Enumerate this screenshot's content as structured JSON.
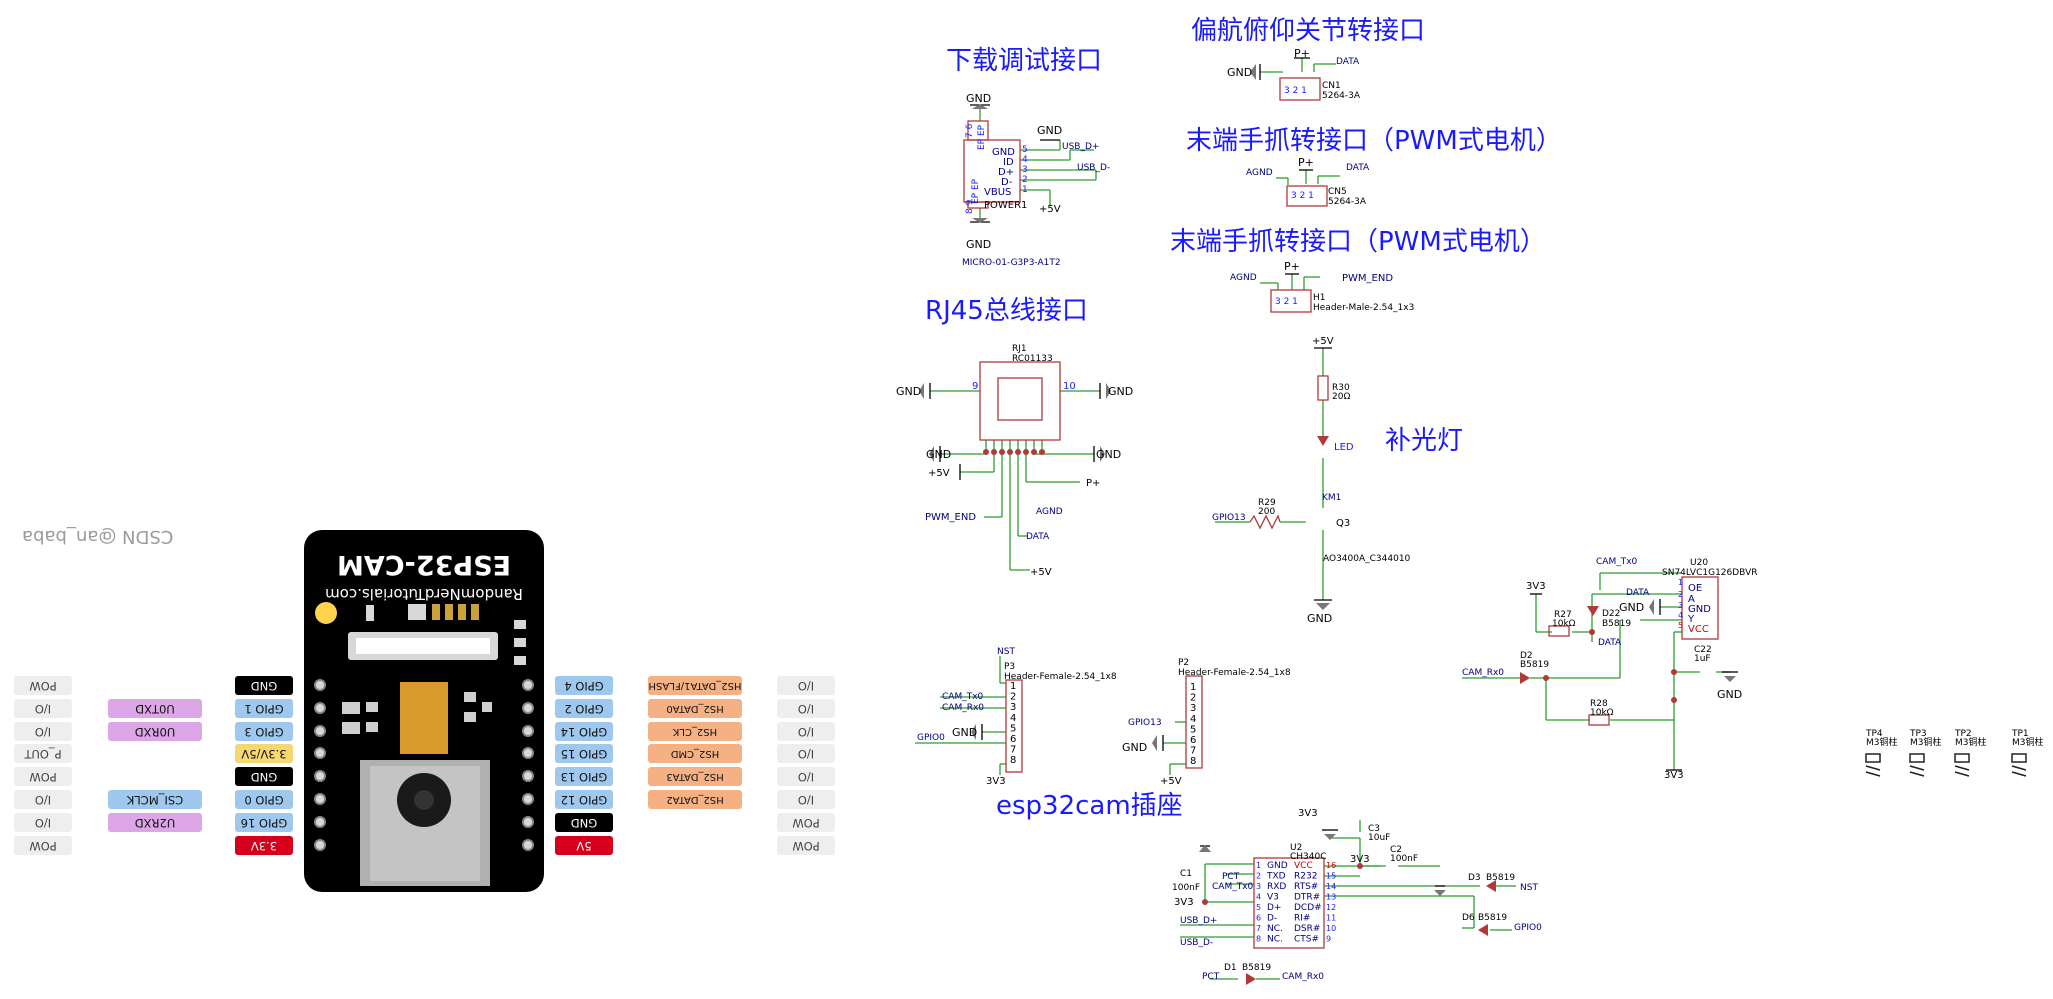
{
  "titles": {
    "download_debug": "下载调试接口",
    "yaw_pitch": "偏航俯仰关节转接口",
    "end_gripper_1": "末端手抓转接口（PWM式电机）",
    "end_gripper_2": "末端手抓转接口（PWM式电机）",
    "rj45": "RJ45总线接口",
    "fill_light": "补光灯",
    "esp32cam_socket": "esp32cam插座"
  },
  "watermark": "CSDN @an_baba",
  "board": {
    "name": "ESP32-CAM",
    "site": "RandomNerdTutorials.com",
    "left_pins": [
      {
        "type": "POW",
        "func": "",
        "gpio": "GND",
        "gpio_color": "black"
      },
      {
        "type": "I/O",
        "func": "U0TXD",
        "gpio": "GPIO 1",
        "gpio_color": "blue"
      },
      {
        "type": "I/O",
        "func": "U0RXD",
        "gpio": "GPIO 3",
        "gpio_color": "blue"
      },
      {
        "type": "P_OUT",
        "func": "",
        "gpio": "3.3V/5V",
        "gpio_color": "yellow"
      },
      {
        "type": "POW",
        "func": "",
        "gpio": "GND",
        "gpio_color": "black"
      },
      {
        "type": "I/O",
        "func": "CSI_MCLK",
        "gpio": "GPIO 0",
        "gpio_color": "blue"
      },
      {
        "type": "I/O",
        "func": "U2RXD",
        "gpio": "GPIO 16",
        "gpio_color": "blue"
      },
      {
        "type": "POW",
        "func": "",
        "gpio": "3.3V",
        "gpio_color": "red"
      }
    ],
    "right_pins": [
      {
        "gpio": "GPIO 4",
        "gpio_color": "blue",
        "func": "HS2_DATA1/FLASH",
        "type": "I/O"
      },
      {
        "gpio": "GPIO 2",
        "gpio_color": "blue",
        "func": "HS2_DATA0",
        "type": "I/O"
      },
      {
        "gpio": "GPIO 14",
        "gpio_color": "blue",
        "func": "HS2_CLK",
        "type": "I/O"
      },
      {
        "gpio": "GPIO 15",
        "gpio_color": "blue",
        "func": "HS2_CMD",
        "type": "I/O"
      },
      {
        "gpio": "GPIO 13",
        "gpio_color": "blue",
        "func": "HS2_DATA3",
        "type": "I/O"
      },
      {
        "gpio": "GPIO 12",
        "gpio_color": "blue",
        "func": "HS2_DATA2",
        "type": "I/O"
      },
      {
        "gpio": "GND",
        "gpio_color": "black",
        "func": "",
        "type": "POW"
      },
      {
        "gpio": "5V",
        "gpio_color": "red",
        "func": "",
        "type": "POW"
      }
    ]
  },
  "usb": {
    "part": "MICRO-01-G3P3-A1T2",
    "ref": "POWER1",
    "pins": [
      "GND",
      "ID",
      "D+",
      "D-",
      "VBUS"
    ],
    "pin_nums": [
      "5",
      "4",
      "3",
      "2",
      "1"
    ],
    "ep_top": "EP EP",
    "ep_bottom": "EP EP",
    "ep_nums_top": "7 6",
    "ep_nums_bottom": "8 9",
    "gnd_top": "GND",
    "gnd_bottom": "GND",
    "gnd_right": "GND",
    "usb_dp": "USB_D+",
    "usb_dm": "USB_D-",
    "v5": "+5V"
  },
  "cn1": {
    "gnd": "GND",
    "pplus": "P+",
    "data": "DATA",
    "ref": "CN1",
    "part": "5264-3A",
    "pins": "3 2 1"
  },
  "cn5": {
    "gnd": "AGND",
    "pplus": "P+",
    "data": "DATA",
    "ref": "CN5",
    "part": "5264-3A",
    "pins": "3 2 1"
  },
  "h1": {
    "gnd": "AGND",
    "pplus": "P+",
    "net": "PWM_END",
    "ref": "H1",
    "part": "Header-Male-2.54_1x3",
    "pins": "3 2 1"
  },
  "rj1": {
    "ref": "RJ1",
    "part": "RC01133",
    "pin9": "9",
    "pin10": "10",
    "gnd_left1": "GND",
    "gnd_right1": "GND",
    "gnd_left2": "GND",
    "gnd_right2": "GND",
    "v5_left": "+5V",
    "pplus": "P+",
    "pwm_end": "PWM_END",
    "agnd": "AGND",
    "data": "DATA",
    "v5_bottom": "+5V"
  },
  "led": {
    "v5": "+5V",
    "r30": "R30",
    "r30_val": "20Ω",
    "led": "LED",
    "km1": "KM1",
    "r29": "R29",
    "r29_val": "200",
    "gpio13": "GPIO13",
    "q3": "Q3",
    "mos": "AO3400A_C344010",
    "gnd": "GND"
  },
  "u20": {
    "ref": "U20",
    "part": "SN74LVC1G126DBVR",
    "pins": [
      "OE",
      "A",
      "GND",
      "Y",
      "VCC"
    ],
    "pin_nums": [
      "1",
      "2",
      "3",
      "4",
      "5"
    ],
    "cam_tx": "CAM_Tx0",
    "data": "DATA",
    "data2": "DATA",
    "v33": "3V3",
    "r27": "R27",
    "r27_val": "10kΩ",
    "d22": "D22",
    "d22_val": "B5819",
    "gnd": "GND",
    "cam_rx": "CAM_Rx0",
    "d2": "D2",
    "d2_val": "B5819",
    "r28": "R28",
    "r28_val": "10kΩ",
    "c22": "C22",
    "c22_val": "1uF",
    "gnd2": "GND",
    "v33_bottom": "3V3"
  },
  "p3": {
    "nst": "NST",
    "ref": "P3",
    "part": "Header-Female-2.54_1x8",
    "nums": [
      "1",
      "2",
      "3",
      "4",
      "5",
      "6",
      "7",
      "8"
    ],
    "cam_tx": "CAM_Tx0",
    "cam_rx": "CAM_Rx0",
    "gnd": "GND",
    "gpio0": "GPIO0",
    "v33": "3V3"
  },
  "p2": {
    "ref": "P2",
    "part": "Header-Female-2.54_1x8",
    "nums": [
      "1",
      "2",
      "3",
      "4",
      "5",
      "6",
      "7",
      "8"
    ],
    "gpio13": "GPIO13",
    "gnd": "GND",
    "v5": "+5V"
  },
  "test_points": [
    {
      "ref": "TP4",
      "part": "M3铜柱"
    },
    {
      "ref": "TP3",
      "part": "M3铜柱"
    },
    {
      "ref": "TP2",
      "part": "M3铜柱"
    },
    {
      "ref": "TP1",
      "part": "M3铜柱"
    }
  ],
  "u2": {
    "ref": "U2",
    "part": "CH340C",
    "left_pins": [
      "GND",
      "TXD",
      "RXD",
      "V3",
      "D+",
      "D-",
      "NC.",
      "NC."
    ],
    "left_nums": [
      "1",
      "2",
      "3",
      "4",
      "5",
      "6",
      "7",
      "8"
    ],
    "right_pins": [
      "VCC",
      "R232",
      "RTS#",
      "DTR#",
      "DCD#",
      "RI#",
      "DSR#",
      "CTS#"
    ],
    "right_nums": [
      "16",
      "15",
      "14",
      "13",
      "12",
      "11",
      "10",
      "9"
    ],
    "v33_top": "3V3",
    "c3": "C3",
    "c3_val": "10uF",
    "v33_mid": "3V3",
    "c2": "C2",
    "c2_val": "100nF",
    "c1": "C1",
    "c1_val": "100nF",
    "pct": "PCT",
    "cam_tx": "CAM_Tx0",
    "v33_left": "3V3",
    "usb_dp": "USB_D+",
    "usb_dm": "USB_D-",
    "d3": "D3",
    "d3_val": "B5819",
    "nst": "NST",
    "d6": "D6",
    "d6_val": "B5819",
    "gpio0": "GPIO0",
    "d1": "D1",
    "d1_val": "B5819",
    "pct2": "PCT",
    "cam_rx": "CAM_Rx0"
  },
  "colors": {
    "wire": "#2e9e2e",
    "part": "#b03a3a",
    "label": "#1a1aff",
    "netlabel": "#000080",
    "pow": "#000000",
    "red_text": "#cc0000"
  }
}
